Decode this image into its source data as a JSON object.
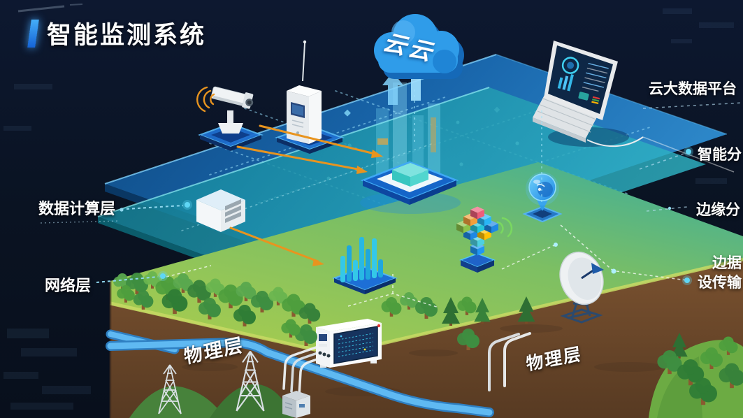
{
  "title": {
    "text": "智能监测系统"
  },
  "cloud": {
    "label": "云云"
  },
  "side_labels": {
    "cloud_platform": "云大数据平台",
    "intelligent_analysis": "智能分",
    "edge_analysis": "边缘分",
    "edge_data_line1": "边据",
    "edge_data_line2": "设传输"
  },
  "layer_labels": {
    "computing": "数据计算层",
    "network": "网络层",
    "physical_left": "物理层",
    "physical_right": "物理层"
  },
  "icons": {
    "camera": "cctv-camera-icon",
    "station": "monitoring-station-icon",
    "cloud": "cloud-icon",
    "laptop": "laptop-dashboard-icon",
    "server_box": "edge-server-box-icon",
    "hologram": "hologram-platform-icon",
    "bar_chart": "bar-chart-icon",
    "data_cubes": "data-cubes-icon",
    "location_pin": "location-pin-icon",
    "satellite_dish": "satellite-dish-icon",
    "control_cabinet": "control-cabinet-icon",
    "towers": "transmission-tower-icon",
    "river": "river-shape",
    "pipes": "underground-pipes-shape"
  },
  "colors": {
    "background": "#0a1120",
    "accent_blue": "#1f7ae0",
    "cloud_blue": "#2f9ce9",
    "layer_blue": "#1565a8",
    "layer_teal": "#13919f",
    "grass_green": "#9cc043",
    "soil_brown": "#6f4a2c",
    "arrow_orange": "#e8941f",
    "dash_cyan": "#8fd8ef"
  }
}
